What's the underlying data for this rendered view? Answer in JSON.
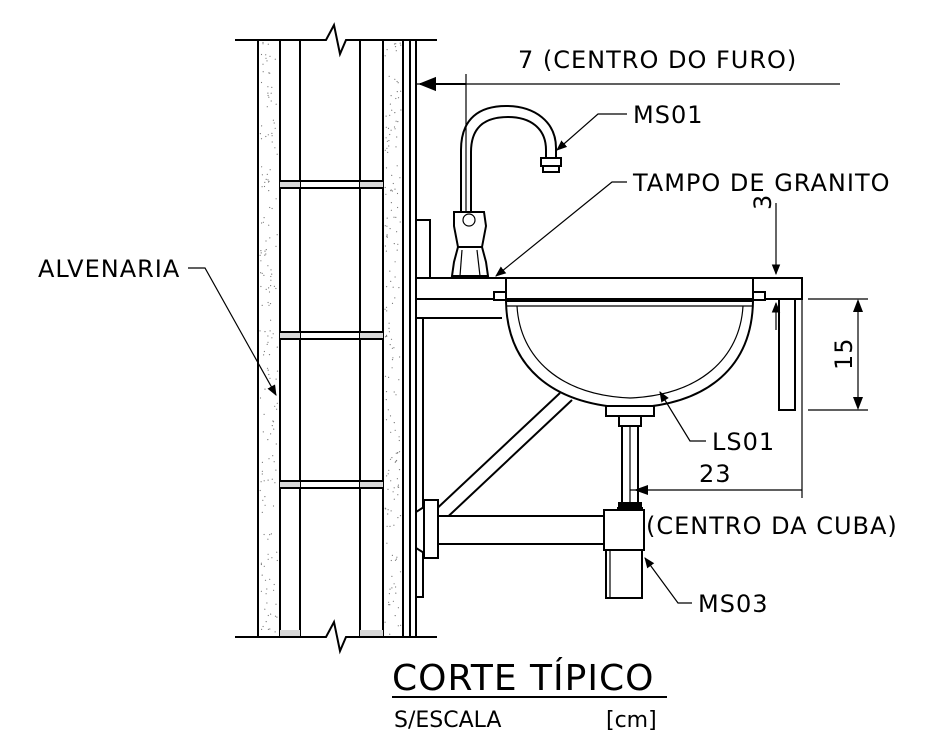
{
  "labels": {
    "furo_dim": "7 (CENTRO DO FURO)",
    "ms01": "MS01",
    "tampo": "TAMPO DE GRANITO",
    "dim3": "3",
    "alvenaria": "ALVENARIA",
    "dim15": "15",
    "ls01": "LS01",
    "dim23": "23",
    "cuba": "(CENTRO DA CUBA)",
    "ms03": "MS03"
  },
  "title": {
    "main": "CORTE TÍPICO",
    "scale": "S/ESCALA",
    "unit": "[cm]"
  }
}
